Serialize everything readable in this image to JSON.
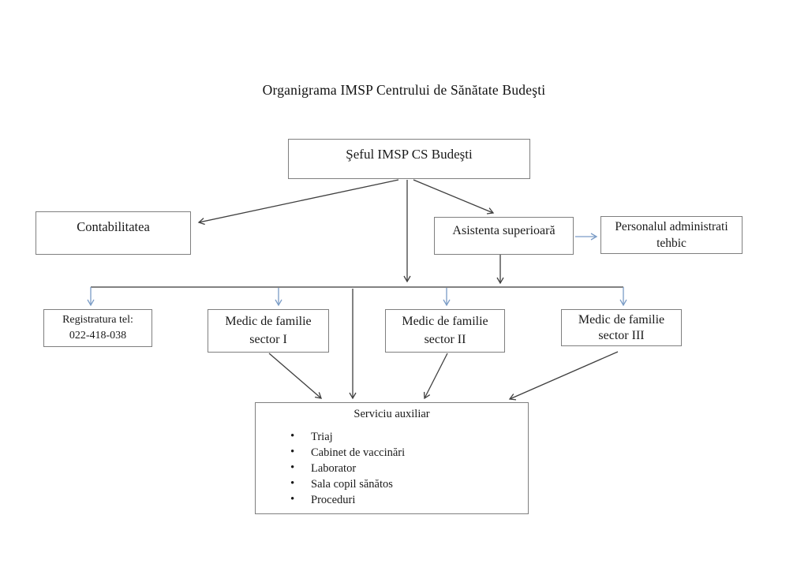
{
  "title": "Organigrama IMSP Centrului de Sănătate Budeşti",
  "nodes": {
    "seful": {
      "label": "Şeful IMSP CS Budeşti"
    },
    "contabilitatea": {
      "label": "Contabilitatea"
    },
    "asistenta": {
      "label": "Asistenta superioară"
    },
    "personalul": {
      "line1": "Personalul administrati",
      "line2": "tehbic"
    },
    "registratura": {
      "line1": "Registratura tel:",
      "line2": "022-418-038"
    },
    "sector1": {
      "line1": "Medic de familie",
      "line2": "sector I"
    },
    "sector2": {
      "line1": "Medic de familie",
      "line2": "sector II"
    },
    "sector3": {
      "line1": "Medic de familie",
      "line2": "sector III"
    },
    "serviciu": {
      "title": "Serviciu auxiliar",
      "items": [
        "Triaj",
        "Cabinet de vaccinări",
        "Laborator",
        "Sala copil sănătos",
        "Proceduri"
      ]
    }
  },
  "colors": {
    "arrow_dark": "#3f3f3f",
    "arrow_blue": "#7a9cc6",
    "line_gray": "#595959",
    "box_border": "#7f7f7f"
  }
}
